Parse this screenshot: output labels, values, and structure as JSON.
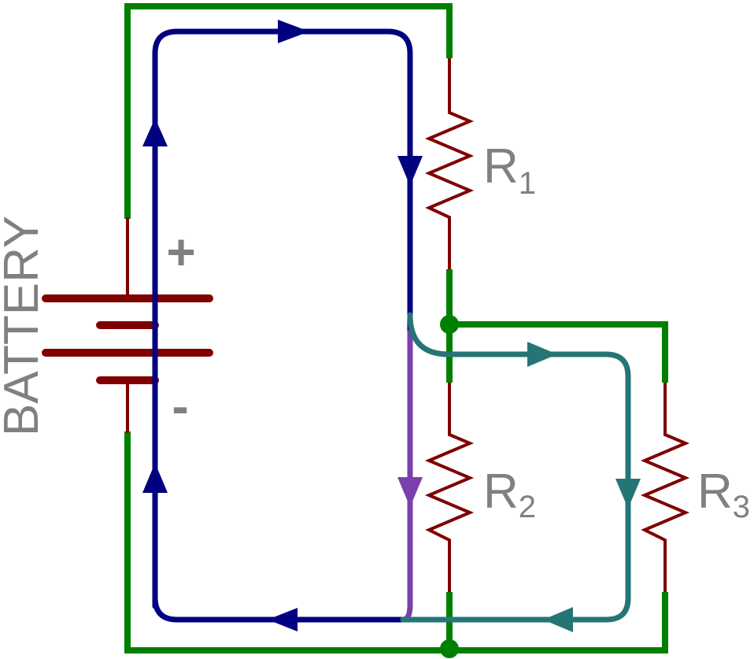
{
  "labels": {
    "battery": "BATTERY",
    "plus": "+",
    "minus": "-",
    "r1": {
      "main": "R",
      "sub": "1"
    },
    "r2": {
      "main": "R",
      "sub": "2"
    },
    "r3": {
      "main": "R",
      "sub": "3"
    }
  },
  "colors": {
    "wire": "#008000",
    "component": "#800000",
    "loop_total": "#000080",
    "loop_r2": "#7b3fae",
    "loop_r3": "#267575",
    "label": "#808080"
  }
}
